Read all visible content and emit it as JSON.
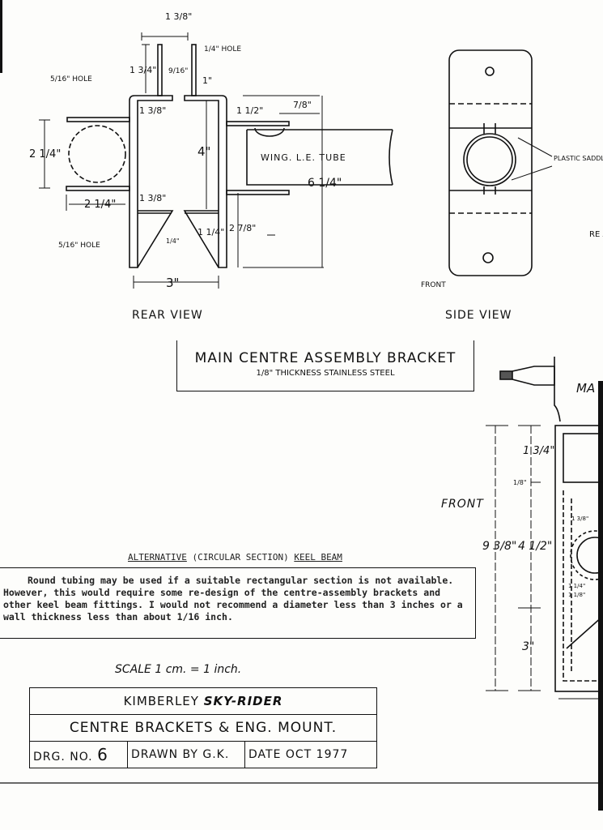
{
  "rear_view": {
    "caption": "REAR VIEW",
    "dims": {
      "top_gap": "1 3/8\"",
      "tab_height": "1 3/4\"",
      "tab_offset": "9/16\"",
      "hole_quarter": "1/4\" HOLE",
      "hole_from_top": "1\"",
      "hole_5_16_top": "5/16\" HOLE",
      "inner_width_top": "1 3/8\"",
      "arm_length_right": "1 1/2\"",
      "arm_offset": "7/8\"",
      "tube_diameter_left": "2 1/4\"",
      "height": "4\"",
      "arm_length_left": "2 1/4\"",
      "inner_width_bottom": "1 3/8\"",
      "slot": "1/4\"",
      "lower_height": "1 1/4\"",
      "lower_right": "2 7/8\"",
      "overall_right": "6 1/4\"",
      "hole_5_16_bottom": "5/16\" HOLE",
      "width": "3\""
    },
    "tube_label": "WING. L.E. TUBE"
  },
  "side_view": {
    "caption": "SIDE VIEW",
    "plastic_saddles": "PLASTIC SADDLES",
    "front": "FRONT",
    "cut_text": "RE AT"
  },
  "title_box": {
    "title": "MAIN CENTRE ASSEMBLY BRACKET",
    "subtitle": "1/8\" THICKNESS STAINLESS STEEL"
  },
  "engine_mount": {
    "cut_label": "MA",
    "front": "FRONT",
    "dims": {
      "overall": "9 3/8\"",
      "top": "1 3/4\"",
      "gap": "1/8\"",
      "middle": "4 1/2\"",
      "bottom": "3\"",
      "d1": "1 3/8\"",
      "d2": "1 1/4\"",
      "d3": "1 1/8\""
    }
  },
  "note": {
    "heading_1": "ALTERNATIVE",
    "heading_2": "(CIRCULAR SECTION)",
    "heading_3": "KEEL BEAM",
    "body": "Round tubing may be used if a suitable rectangular section is not available. However, this would require some re-design of the centre-assembly brackets and other keel beam fittings.  I would not recommend a diameter less than 3 inches or a wall thickness less than about 1/16 inch."
  },
  "scale": "SCALE 1 cm. = 1 inch.",
  "title_block": {
    "project_prefix": "KIMBERLEY",
    "project_name": "SKY-RIDER",
    "drawing_title": "CENTRE BRACKETS & ENG. MOUNT.",
    "drg_no_label": "DRG. NO.",
    "drg_no": "6",
    "drawn_by": "DRAWN BY G.K.",
    "date": "DATE OCT 1977"
  }
}
